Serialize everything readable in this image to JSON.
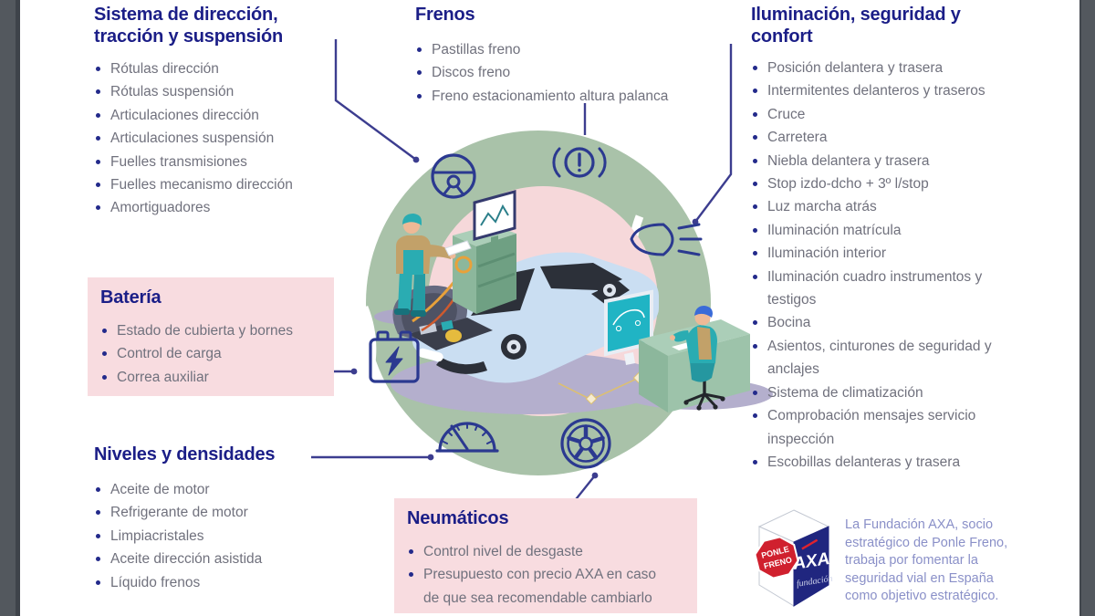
{
  "sections": {
    "direccion": {
      "title": "Sistema de dirección, tracción y suspensión",
      "items": [
        "Rótulas dirección",
        "Rótulas suspensión",
        "Articulaciones dirección",
        "Articulaciones suspensión",
        "Fuelles transmisiones",
        "Fuelles mecanismo dirección",
        "Amortiguadores"
      ]
    },
    "frenos": {
      "title": "Frenos",
      "items": [
        "Pastillas freno",
        "Discos freno",
        "Freno estacionamiento altura palanca"
      ]
    },
    "iluminacion": {
      "title": "Iluminación, seguridad y confort",
      "items": [
        "Posición delantera y trasera",
        "Intermitentes delanteros y traseros",
        "Cruce",
        "Carretera",
        "Niebla delantera y trasera",
        "Stop izdo-dcho + 3º l/stop",
        "Luz marcha atrás",
        "Iluminación matrícula",
        "Iluminación interior",
        "Iluminación cuadro instrumentos y testigos",
        "Bocina",
        "Asientos, cinturones de seguridad y anclajes",
        "Sistema de climatización",
        "Comprobación mensajes servicio inspección",
        "Escobillas delanteras y trasera"
      ]
    },
    "bateria": {
      "title": "Batería",
      "items": [
        "Estado de cubierta y bornes",
        "Control de carga",
        "Correa auxiliar"
      ]
    },
    "niveles": {
      "title": "Niveles y densidades",
      "items": [
        "Aceite de motor",
        "Refrigerante de motor",
        "Limpiacristales",
        "Aceite dirección asistida",
        "Líquido frenos"
      ]
    },
    "neumaticos": {
      "title": "Neumáticos",
      "items": [
        "Control nivel de desgaste",
        "Presupuesto con precio AXA en caso de que sea recomendable cambiarlo"
      ]
    }
  },
  "footer": {
    "text": "La Fundación AXA, socio estratégico de Ponle Freno, trabaja por fomentar la seguridad vial en España como objetivo estratégico.",
    "logo_line1": "PONLE",
    "logo_line2": "FRENO",
    "logo_axa": "AXA",
    "logo_fundacion": "fundación"
  },
  "illustration": {
    "icons": [
      "steering-wheel-icon",
      "brake-warning-icon",
      "headlight-icon",
      "battery-icon",
      "gauge-icon",
      "tire-icon"
    ],
    "figures": [
      "mechanic-standing-with-diagnostic-cart",
      "car-with-open-hood",
      "mechanic-seated-at-desk"
    ]
  },
  "colors": {
    "heading_navy": "#1b1e87",
    "body_gray": "#70717d",
    "pink_box": "#f8dce0",
    "circle_green": "#a9c2a9",
    "circle_pink": "#f6d8da",
    "icon_blue": "#2b3990",
    "connector_blue": "#3c3d8f",
    "sidebar_gray": "#53585e",
    "footer_text": "#8a90c8",
    "teal": "#2aacb2",
    "brand_red": "#d0202e",
    "brand_navy": "#20267f"
  }
}
